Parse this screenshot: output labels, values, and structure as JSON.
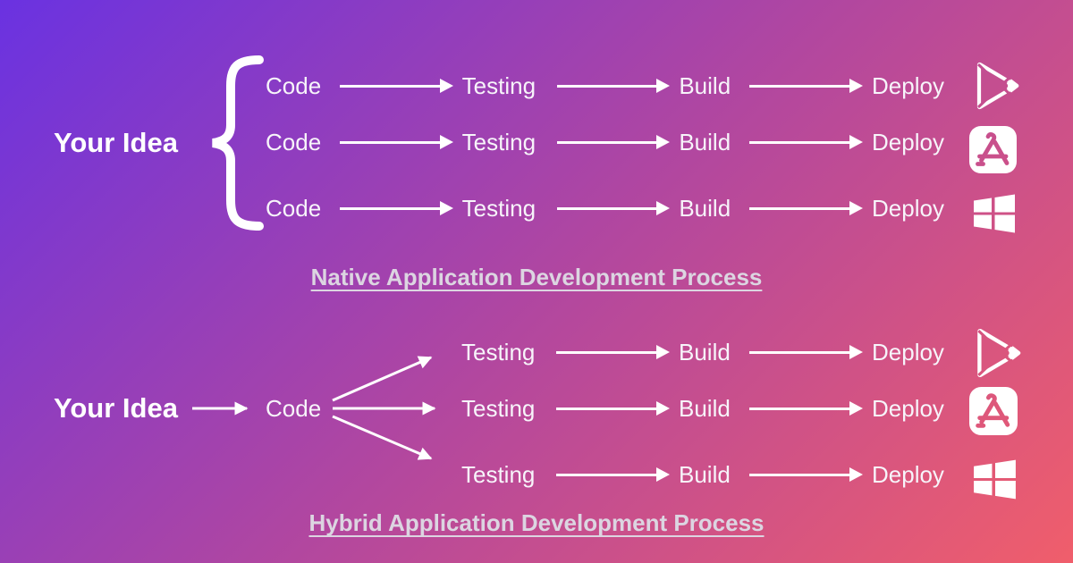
{
  "background": {
    "gradient_start": "#6a32e1",
    "gradient_mid": "#b2479f",
    "gradient_end": "#f05e6b",
    "text_color": "#ffffff",
    "caption_color": "#dcd5e1"
  },
  "native": {
    "source_label": "Your Idea",
    "caption": "Native Application Development Process",
    "rows": [
      {
        "platform": "google-play",
        "steps": [
          "Code",
          "Testing",
          "Build",
          "Deploy"
        ]
      },
      {
        "platform": "app-store",
        "steps": [
          "Code",
          "Testing",
          "Build",
          "Deploy"
        ]
      },
      {
        "platform": "windows",
        "steps": [
          "Code",
          "Testing",
          "Build",
          "Deploy"
        ]
      }
    ]
  },
  "hybrid": {
    "source_label": "Your Idea",
    "shared_step": "Code",
    "caption": "Hybrid Application Development Process",
    "rows": [
      {
        "platform": "google-play",
        "steps": [
          "Testing",
          "Build",
          "Deploy"
        ]
      },
      {
        "platform": "app-store",
        "steps": [
          "Testing",
          "Build",
          "Deploy"
        ]
      },
      {
        "platform": "windows",
        "steps": [
          "Testing",
          "Build",
          "Deploy"
        ]
      }
    ]
  },
  "platform_icons": [
    "google-play-icon",
    "app-store-icon",
    "windows-icon"
  ]
}
